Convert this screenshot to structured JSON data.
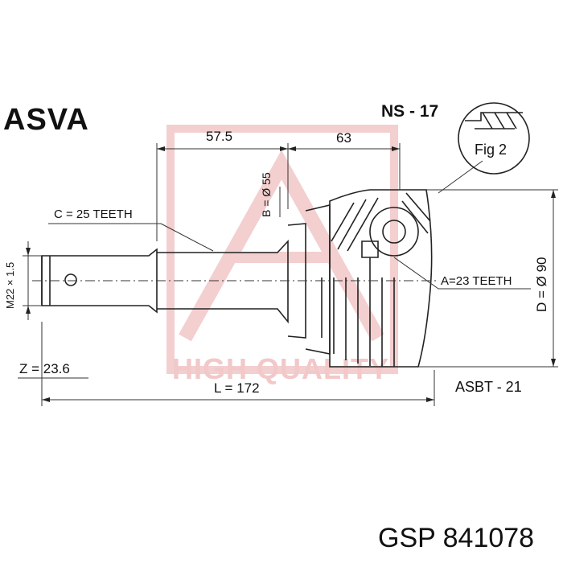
{
  "brand": "ASVA",
  "part_number": "NS - 17",
  "figure_label": "Fig 2",
  "watermark": "HIGH QUALITY",
  "dimensions": {
    "length_a": "57.5",
    "length_b": "63",
    "b_diameter": "B = Ø 55",
    "c_teeth": "C = 25 TEETH",
    "thread": "M22 × 1.5",
    "a_teeth": "A=23 TEETH",
    "d_diameter": "D = Ø 90",
    "z_value": "Z = 23.6",
    "total_length": "L = 172"
  },
  "catalog_code": "ASBT - 21",
  "footer": "GSP  841078",
  "colors": {
    "line": "#222222",
    "watermark": "#f2c8c8"
  }
}
